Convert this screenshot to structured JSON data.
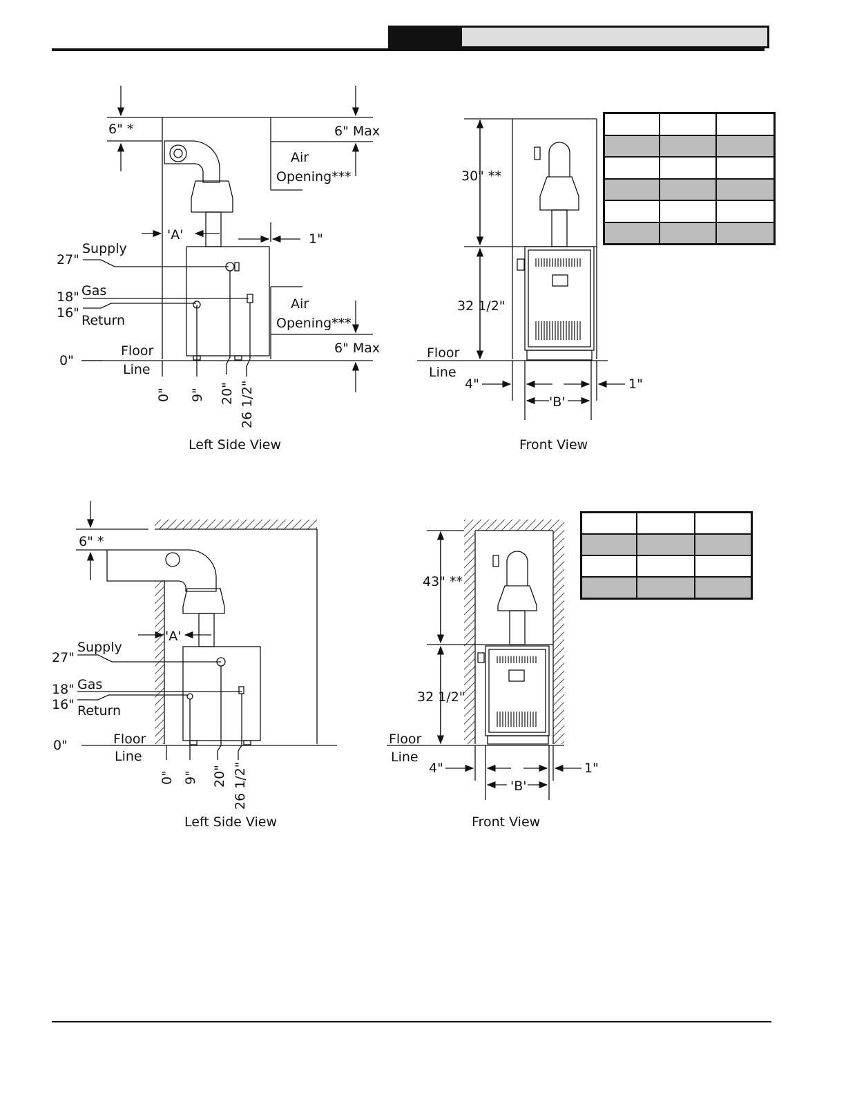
{
  "fig1": {
    "dims": {
      "top_clear": "6\" *",
      "max_top": "6\" Max",
      "air_top_1": "Air",
      "air_top_2": "Opening***",
      "a": "'A'",
      "one_in": "1\"",
      "supply": "Supply",
      "h27": "27\"",
      "gas": "Gas",
      "h18": "18\"",
      "h16": "16\"",
      "return": "Return",
      "air_bot_1": "Air",
      "air_bot_2": "Opening***",
      "max_bot": "6\" Max",
      "floor": "Floor",
      "line": "Line",
      "h0": "0\"",
      "x0": "0\"",
      "x9": "9\"",
      "x20": "20\"",
      "x26": "26 1/2\""
    },
    "caption": "Left Side View"
  },
  "fig2": {
    "dims": {
      "top": "30\" **",
      "body": "32 1/2\"",
      "floor": "Floor",
      "line": "Line",
      "left": "4\"",
      "right": "1\"",
      "b": "'B'"
    },
    "caption": "Front View"
  },
  "fig3": {
    "dims": {
      "top_clear": "6\" *",
      "a": "'A'",
      "supply": "Supply",
      "h27": "27\"",
      "gas": "Gas",
      "h18": "18\"",
      "h16": "16\"",
      "return": "Return",
      "floor": "Floor",
      "line": "Line",
      "h0": "0\"",
      "x0": "0\"",
      "x9": "9\"",
      "x20": "20\"",
      "x26": "26 1/2\""
    },
    "caption": "Left Side View"
  },
  "fig4": {
    "dims": {
      "top": "43\" **",
      "body": "32 1/2\"",
      "floor": "Floor",
      "line": "Line",
      "left": "4\"",
      "right": "1\"",
      "b": "'B'"
    },
    "caption": "Front View"
  },
  "tables": {
    "table1": {
      "rows": 6,
      "cols": 3,
      "shaded_rows": [
        1,
        3,
        5
      ]
    },
    "table2": {
      "rows": 4,
      "cols": 3,
      "shaded_rows": [
        1,
        3
      ]
    }
  }
}
